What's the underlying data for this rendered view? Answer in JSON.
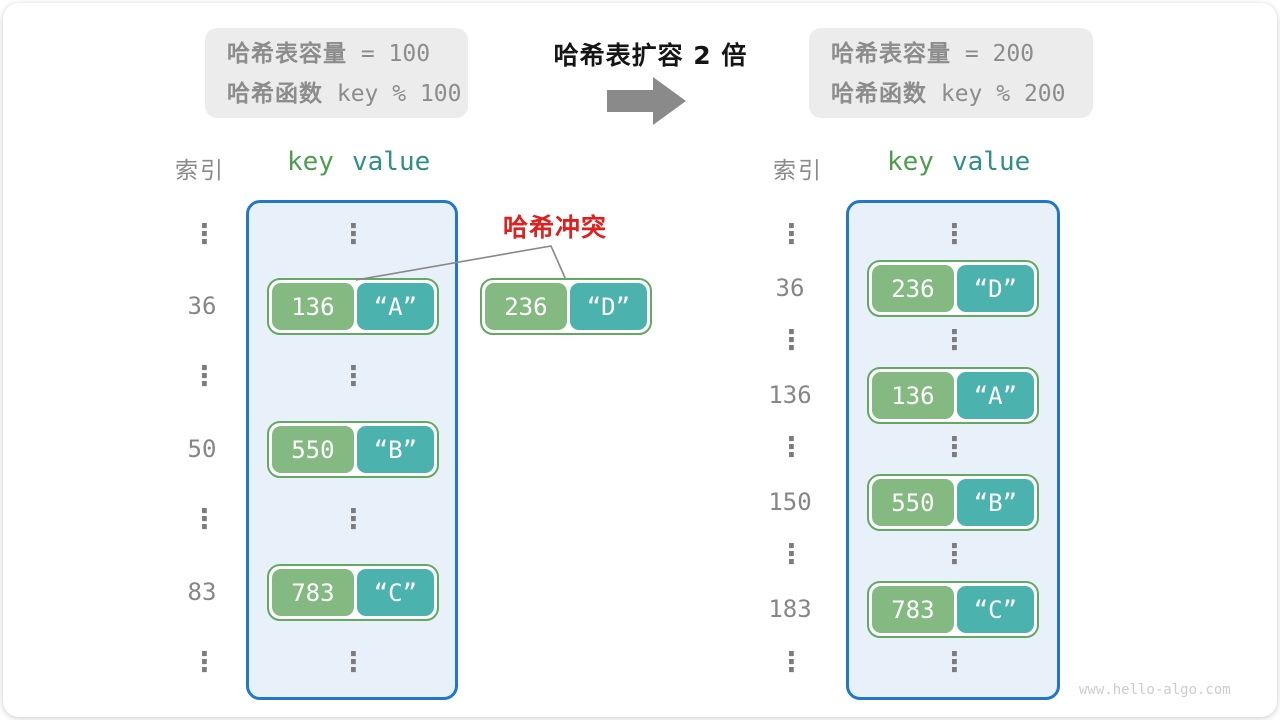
{
  "info_left": {
    "line1_label": "哈希表容量",
    "line1_value": "= 100",
    "line2_label": "哈希函数",
    "line2_value": "key % 100"
  },
  "info_right": {
    "line1_label": "哈希表容量",
    "line1_value": "= 200",
    "line2_label": "哈希函数",
    "line2_value": "key % 200"
  },
  "expand_title": "哈希表扩容 2 倍",
  "collision_label": "哈希冲突",
  "collision_pair": {
    "key": "236",
    "value": "“D”"
  },
  "glyphs": {
    "ellipsis": "⋮"
  },
  "left_table": {
    "index_header": "索引",
    "key_header": "key",
    "value_header": "value",
    "rows": [
      {
        "index": "36",
        "key": "136",
        "value": "“A”"
      },
      {
        "index": "50",
        "key": "550",
        "value": "“B”"
      },
      {
        "index": "83",
        "key": "783",
        "value": "“C”"
      }
    ]
  },
  "right_table": {
    "index_header": "索引",
    "key_header": "key",
    "value_header": "value",
    "rows": [
      {
        "index": "36",
        "key": "236",
        "value": "“D”"
      },
      {
        "index": "136",
        "key": "136",
        "value": "“A”"
      },
      {
        "index": "150",
        "key": "550",
        "value": "“B”"
      },
      {
        "index": "183",
        "key": "783",
        "value": "“C”"
      }
    ]
  },
  "watermark": "www.hello-algo.com",
  "colors": {
    "key_green": "#84ba82",
    "value_teal": "#4bb2ad",
    "pair_border": "#63a863",
    "table_fill": "#e8f1fa",
    "table_border": "#2277c8",
    "collision_red": "#e01f1f",
    "arrow_gray": "#8a8a8a",
    "info_box_bg": "#ececec"
  }
}
